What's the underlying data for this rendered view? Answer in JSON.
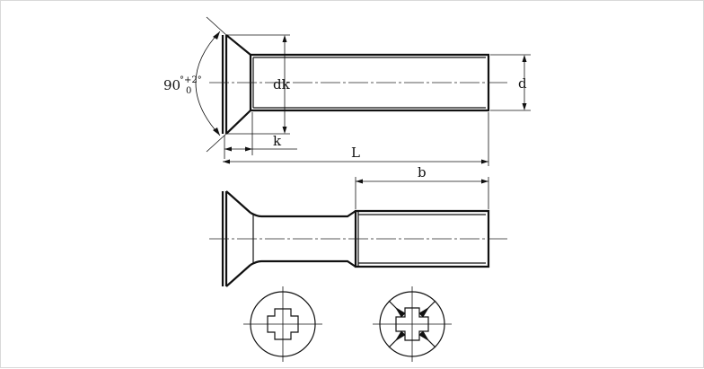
{
  "labels": {
    "angle_main": "90",
    "angle_sup": "°+2°",
    "angle_sub": "0",
    "head_diameter": "dk",
    "head_diameter_sub": "k",
    "shank_diameter": "d",
    "head_height": "k",
    "length": "L",
    "thread_length": "b"
  }
}
